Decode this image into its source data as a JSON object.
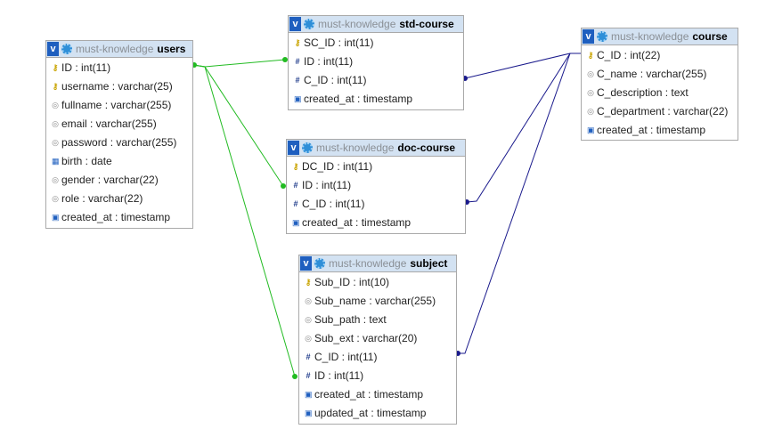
{
  "tables": [
    {
      "id": "users",
      "db": "must-knowledge",
      "name": "users",
      "fields": [
        {
          "icon": "key",
          "label": "ID : int(11)"
        },
        {
          "icon": "key",
          "label": "username : varchar(25)"
        },
        {
          "icon": "string",
          "label": "fullname : varchar(255)"
        },
        {
          "icon": "string",
          "label": "email : varchar(255)"
        },
        {
          "icon": "string",
          "label": "password : varchar(255)"
        },
        {
          "icon": "date",
          "label": "birth : date"
        },
        {
          "icon": "string",
          "label": "gender : varchar(22)"
        },
        {
          "icon": "string",
          "label": "role : varchar(22)"
        },
        {
          "icon": "timestamp",
          "label": "created_at : timestamp"
        }
      ]
    },
    {
      "id": "std-course",
      "db": "must-knowledge",
      "name": "std-course",
      "fields": [
        {
          "icon": "key",
          "label": "SC_ID : int(11)"
        },
        {
          "icon": "number",
          "label": "ID : int(11)"
        },
        {
          "icon": "number",
          "label": "C_ID : int(11)"
        },
        {
          "icon": "timestamp",
          "label": "created_at : timestamp"
        }
      ]
    },
    {
      "id": "doc-course",
      "db": "must-knowledge",
      "name": "doc-course",
      "fields": [
        {
          "icon": "key",
          "label": "DC_ID : int(11)"
        },
        {
          "icon": "number",
          "label": "ID : int(11)"
        },
        {
          "icon": "number",
          "label": "C_ID : int(11)"
        },
        {
          "icon": "timestamp",
          "label": "created_at : timestamp"
        }
      ]
    },
    {
      "id": "course",
      "db": "must-knowledge",
      "name": "course",
      "fields": [
        {
          "icon": "key",
          "label": "C_ID : int(22)"
        },
        {
          "icon": "string",
          "label": "C_name : varchar(255)"
        },
        {
          "icon": "string",
          "label": "C_description : text"
        },
        {
          "icon": "string",
          "label": "C_department : varchar(22)"
        },
        {
          "icon": "timestamp",
          "label": "created_at : timestamp"
        }
      ]
    },
    {
      "id": "subject",
      "db": "must-knowledge",
      "name": "subject",
      "fields": [
        {
          "icon": "key",
          "label": "Sub_ID : int(10)"
        },
        {
          "icon": "string",
          "label": "Sub_name : varchar(255)"
        },
        {
          "icon": "string",
          "label": "Sub_path : text"
        },
        {
          "icon": "string",
          "label": "Sub_ext : varchar(20)"
        },
        {
          "icon": "number",
          "label": "C_ID : int(11)"
        },
        {
          "icon": "number",
          "label": "ID : int(11)"
        },
        {
          "icon": "timestamp",
          "label": "created_at : timestamp"
        },
        {
          "icon": "timestamp",
          "label": "updated_at : timestamp"
        }
      ]
    }
  ],
  "relation_colors": {
    "users_links": "#22bb22",
    "course_links": "#1a1a8c"
  }
}
